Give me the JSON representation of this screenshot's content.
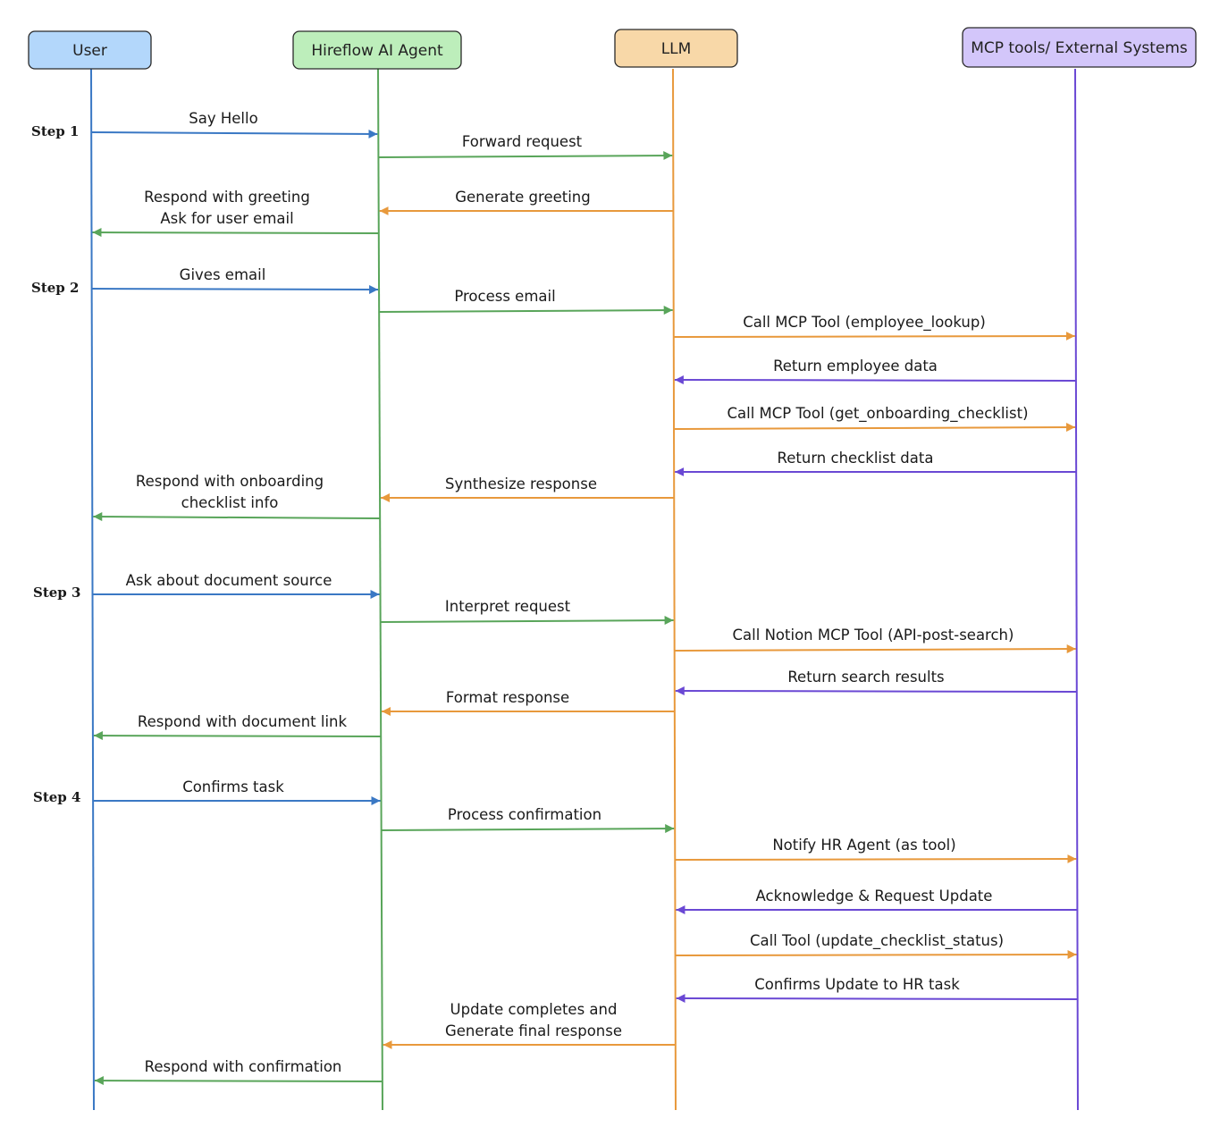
{
  "actors": [
    {
      "id": "user",
      "label": "User",
      "fill": "#b3d7fb",
      "line_color": "#3a78c4"
    },
    {
      "id": "agent",
      "label": "Hireflow AI Agent",
      "fill": "#bdeebb",
      "line_color": "#59a55a"
    },
    {
      "id": "llm",
      "label": "LLM",
      "fill": "#f8d8a8",
      "line_color": "#e8993c"
    },
    {
      "id": "mcp",
      "label": "MCP tools/ External Systems",
      "fill": "#d3c6fa",
      "line_color": "#6a48d4"
    }
  ],
  "steps": [
    "Step 1",
    "Step 2",
    "Step 3",
    "Step 4"
  ],
  "messages": [
    {
      "from": "user",
      "to": "agent",
      "lines": [
        "Say Hello"
      ]
    },
    {
      "from": "agent",
      "to": "llm",
      "lines": [
        "Forward request"
      ]
    },
    {
      "from": "llm",
      "to": "agent",
      "lines": [
        "Generate greeting"
      ]
    },
    {
      "from": "agent",
      "to": "user",
      "lines": [
        "Respond with greeting",
        "Ask for user email"
      ]
    },
    {
      "from": "user",
      "to": "agent",
      "lines": [
        "Gives email"
      ]
    },
    {
      "from": "agent",
      "to": "llm",
      "lines": [
        "Process email"
      ]
    },
    {
      "from": "llm",
      "to": "mcp",
      "lines": [
        "Call MCP Tool (employee_lookup)"
      ]
    },
    {
      "from": "mcp",
      "to": "llm",
      "lines": [
        "Return employee data"
      ]
    },
    {
      "from": "llm",
      "to": "mcp",
      "lines": [
        "Call MCP Tool (get_onboarding_checklist)"
      ]
    },
    {
      "from": "mcp",
      "to": "llm",
      "lines": [
        "Return checklist data"
      ]
    },
    {
      "from": "llm",
      "to": "agent",
      "lines": [
        "Synthesize response"
      ]
    },
    {
      "from": "agent",
      "to": "user",
      "lines": [
        "Respond with onboarding",
        "checklist info"
      ]
    },
    {
      "from": "user",
      "to": "agent",
      "lines": [
        "Ask about document source"
      ]
    },
    {
      "from": "agent",
      "to": "llm",
      "lines": [
        "Interpret request"
      ]
    },
    {
      "from": "llm",
      "to": "mcp",
      "lines": [
        "Call Notion MCP Tool (API-post-search)"
      ]
    },
    {
      "from": "mcp",
      "to": "llm",
      "lines": [
        "Return search results"
      ]
    },
    {
      "from": "llm",
      "to": "agent",
      "lines": [
        "Format response"
      ]
    },
    {
      "from": "agent",
      "to": "user",
      "lines": [
        "Respond with document link"
      ]
    },
    {
      "from": "user",
      "to": "agent",
      "lines": [
        "Confirms task"
      ]
    },
    {
      "from": "agent",
      "to": "llm",
      "lines": [
        "Process confirmation"
      ]
    },
    {
      "from": "llm",
      "to": "mcp",
      "lines": [
        "Notify HR Agent (as tool)"
      ]
    },
    {
      "from": "mcp",
      "to": "llm",
      "lines": [
        "Acknowledge & Request Update"
      ]
    },
    {
      "from": "llm",
      "to": "mcp",
      "lines": [
        "Call Tool (update_checklist_status)"
      ]
    },
    {
      "from": "mcp",
      "to": "llm",
      "lines": [
        "Confirms Update to HR task"
      ]
    },
    {
      "from": "llm",
      "to": "agent",
      "lines": [
        "Update completes and",
        "Generate final response"
      ]
    },
    {
      "from": "agent",
      "to": "user",
      "lines": [
        "Respond with confirmation"
      ]
    }
  ]
}
